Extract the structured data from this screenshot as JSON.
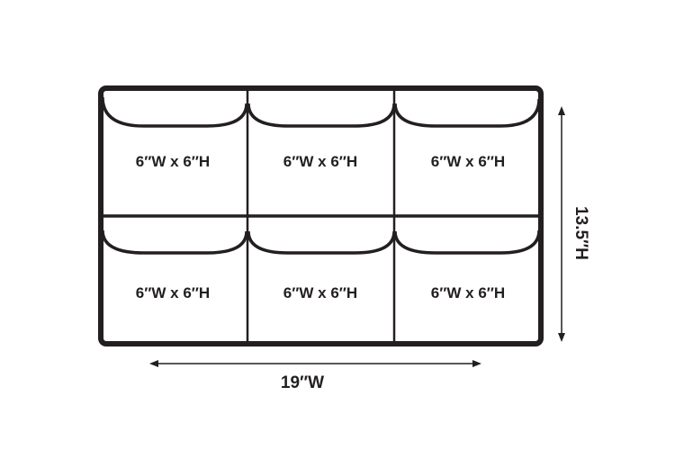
{
  "colors": {
    "stroke": "#231f20",
    "background": "#ffffff"
  },
  "pockets": [
    {
      "label": "6″W x 6″H"
    },
    {
      "label": "6″W x 6″H"
    },
    {
      "label": "6″W x 6″H"
    },
    {
      "label": "6″W x 6″H"
    },
    {
      "label": "6″W x 6″H"
    },
    {
      "label": "6″W x 6″H"
    }
  ],
  "dimensions": {
    "width_label": "19″W",
    "height_label": "13.5″H"
  }
}
